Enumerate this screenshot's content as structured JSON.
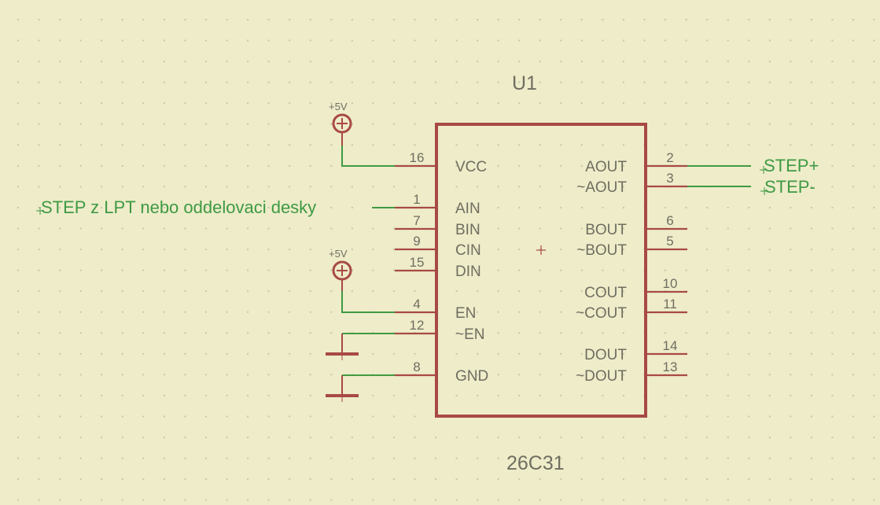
{
  "colors": {
    "background": "#eeecc9",
    "grid_dot": "#c9c7a8",
    "part": "#a84a44",
    "net_wire": "#3f9a44",
    "text_gray": "#6f6e60",
    "net_label": "#3f9a44"
  },
  "part": {
    "name": "U1",
    "value": "26C31",
    "left_pins": [
      {
        "num": "16",
        "label": "VCC"
      },
      {
        "num": "1",
        "label": "AIN"
      },
      {
        "num": "7",
        "label": "BIN"
      },
      {
        "num": "9",
        "label": "CIN"
      },
      {
        "num": "15",
        "label": "DIN"
      },
      {
        "num": "4",
        "label": "EN"
      },
      {
        "num": "12",
        "label": "~EN"
      },
      {
        "num": "8",
        "label": "GND"
      }
    ],
    "right_pins": [
      {
        "num": "2",
        "label": "AOUT"
      },
      {
        "num": "3",
        "label": "~AOUT"
      },
      {
        "num": "6",
        "label": "BOUT"
      },
      {
        "num": "5",
        "label": "~BOUT"
      },
      {
        "num": "10",
        "label": "COUT"
      },
      {
        "num": "11",
        "label": "~COUT"
      },
      {
        "num": "14",
        "label": "DOUT"
      },
      {
        "num": "13",
        "label": "~DOUT"
      }
    ]
  },
  "supplies": [
    {
      "label": "+5V",
      "connects_to_pin": "16"
    },
    {
      "label": "+5V",
      "connects_to_pin": "4"
    }
  ],
  "grounds": [
    {
      "connects_to_pin": "12"
    },
    {
      "connects_to_pin": "8"
    }
  ],
  "net_labels": {
    "input": "STEP z LPT nebo oddelovaci desky",
    "step_plus": "STEP+",
    "step_minus": "STEP-"
  }
}
